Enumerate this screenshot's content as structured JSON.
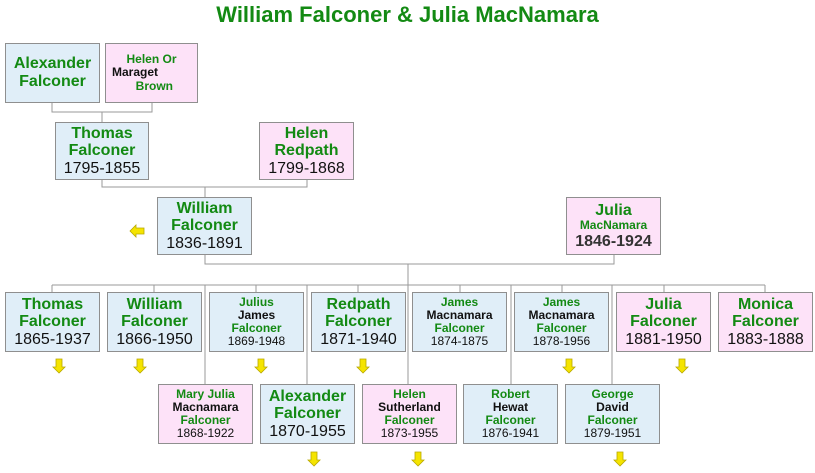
{
  "title": "William Falconer & Julia MacNamara",
  "people": {
    "alexander_sr": {
      "first": "Alexander",
      "last": "Falconer"
    },
    "helen_or": {
      "l1": "Helen Or",
      "l2": "Maraget",
      "l3": "Brown"
    },
    "thomas_sr": {
      "first": "Thomas",
      "last": "Falconer",
      "dates": "1795-1855"
    },
    "helen_redpath": {
      "first": "Helen",
      "last": "Redpath",
      "dates": "1799-1868"
    },
    "william": {
      "first": "William",
      "last": "Falconer",
      "dates": "1836-1891"
    },
    "julia_mac": {
      "first": "Julia",
      "middle": "MacNamara",
      "dates": "1846-1924"
    },
    "thomas": {
      "first": "Thomas",
      "last": "Falconer",
      "dates": "1865-1937"
    },
    "william_jr": {
      "first": "William",
      "last": "Falconer",
      "dates": "1866-1950"
    },
    "julius": {
      "first": "Julius",
      "middle": "James",
      "last": "Falconer",
      "dates": "1869-1948"
    },
    "redpath": {
      "first": "Redpath",
      "last": "Falconer",
      "dates": "1871-1940"
    },
    "james1": {
      "first": "James",
      "middle": "Macnamara",
      "last": "Falconer",
      "dates": "1874-1875"
    },
    "james2": {
      "first": "James",
      "middle": "Macnamara",
      "last": "Falconer",
      "dates": "1878-1956"
    },
    "julia": {
      "first": "Julia",
      "last": "Falconer",
      "dates": "1881-1950"
    },
    "monica": {
      "first": "Monica",
      "last": "Falconer",
      "dates": "1883-1888"
    },
    "mary_julia": {
      "first": "Mary Julia",
      "middle": "Macnamara",
      "last": "Falconer",
      "dates": "1868-1922"
    },
    "alexander": {
      "first": "Alexander",
      "last": "Falconer",
      "dates": "1870-1955"
    },
    "helen_s": {
      "first": "Helen",
      "middle": "Sutherland",
      "last": "Falconer",
      "dates": "1873-1955"
    },
    "robert": {
      "first": "Robert",
      "middle": "Hewat",
      "last": "Falconer",
      "dates": "1876-1941"
    },
    "george": {
      "first": "George",
      "middle": "David",
      "last": "Falconer",
      "dates": "1879-1951"
    }
  },
  "colors": {
    "name": "#138a13",
    "male_bg": "#e0eef8",
    "female_bg": "#fde2f8",
    "arrow": "#f5e400"
  }
}
